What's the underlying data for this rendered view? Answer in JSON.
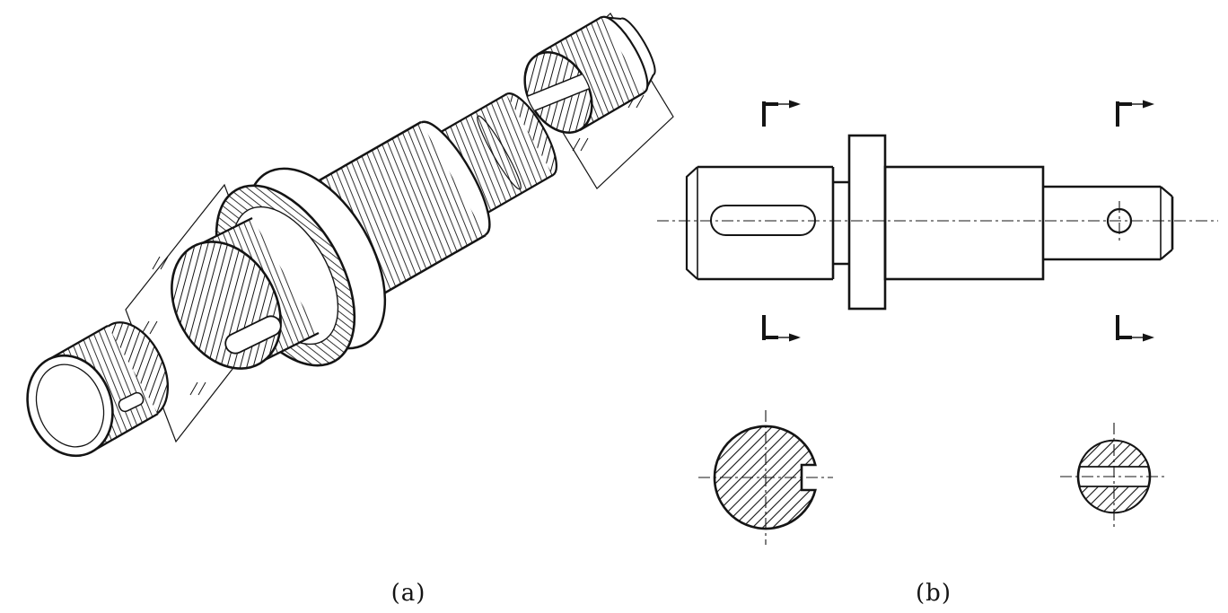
{
  "colors": {
    "ink": "#141414",
    "background": "#ffffff"
  },
  "figures": {
    "a": {
      "label": "(a)",
      "description": "pictorial view of shaft with two transparent cutting planes and removed end pieces"
    },
    "b": {
      "label": "(b)",
      "description": "front view of stepped shaft with two removed cross-sections (keyway section and cross-hole section)"
    }
  }
}
